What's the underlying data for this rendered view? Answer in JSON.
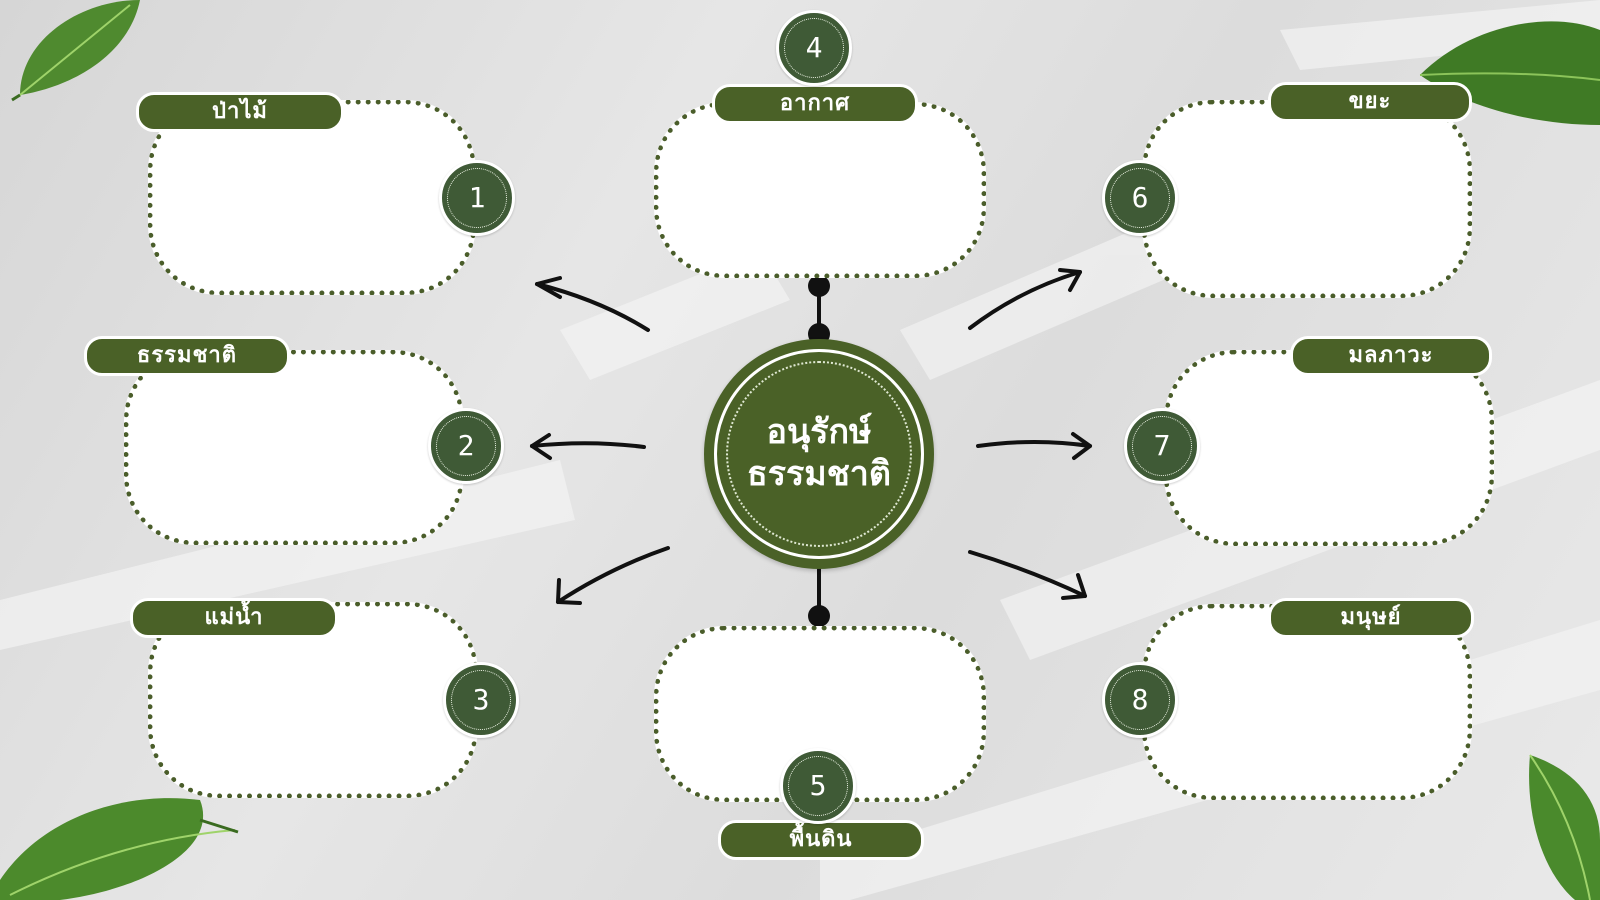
{
  "center": {
    "line1": "อนุรักษ์",
    "line2": "ธรรมชาติ"
  },
  "topics": [
    {
      "number": "1",
      "label": "ป่าไม้"
    },
    {
      "number": "2",
      "label": "ธรรมชาติ"
    },
    {
      "number": "3",
      "label": "แม่น้ำ"
    },
    {
      "number": "4",
      "label": "อากาศ"
    },
    {
      "number": "5",
      "label": "พื้นดิน"
    },
    {
      "number": "6",
      "label": "ขยะ"
    },
    {
      "number": "7",
      "label": "มลภาวะ"
    },
    {
      "number": "8",
      "label": "มนุษย์"
    }
  ],
  "colors": {
    "primary_green": "#4a6127",
    "number_green": "#3f5a36",
    "dots": "#4a5d2a",
    "arrow": "#111111"
  },
  "decorations": [
    "leaf-top-left",
    "leaf-top-right",
    "leaf-bottom-left",
    "leaf-bottom-right"
  ]
}
